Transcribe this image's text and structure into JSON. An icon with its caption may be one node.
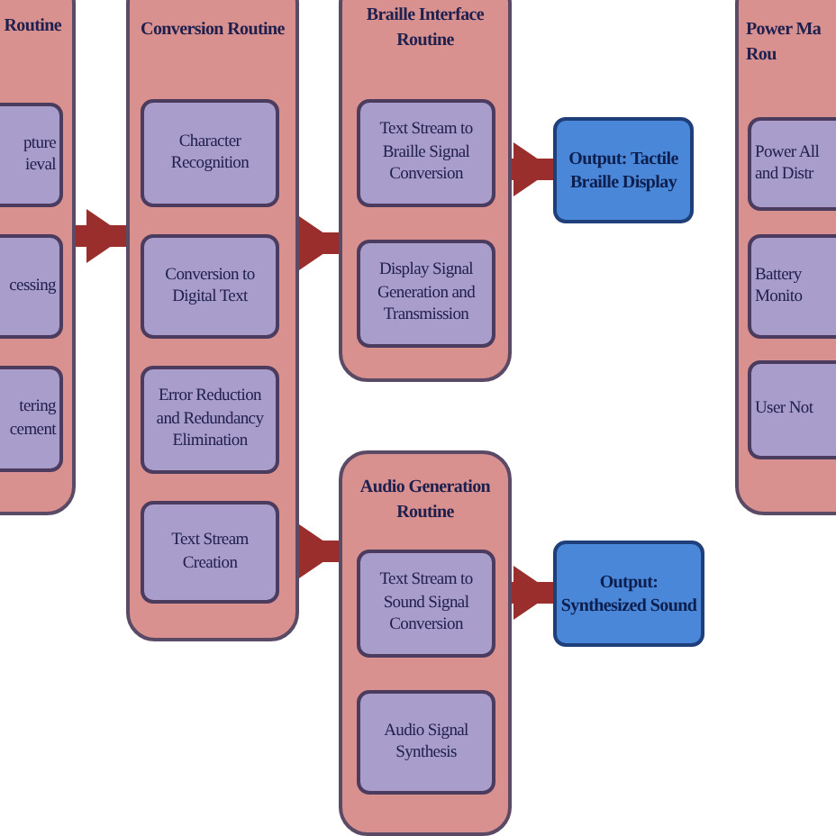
{
  "diagram": {
    "nodes": [
      {
        "text": [
          "Routine"
        ]
      },
      {
        "text": [
          "pture ieval"
        ],
        "in": 0
      },
      {
        "text": [
          "cessing"
        ],
        "in": 0
      },
      {
        "text": [
          "tering cement"
        ],
        "in": 0
      },
      {
        "text": [
          "Conversion Routine"
        ]
      },
      {
        "text": [
          "Character Recognition"
        ],
        "in": 4
      },
      {
        "text": [
          "Conversion to Digital Text"
        ],
        "in": 4
      },
      {
        "text": [
          "Error Reduction and Redundancy Elimination"
        ],
        "in": 4
      },
      {
        "text": [
          "Text Stream Creation"
        ],
        "in": 4
      },
      {
        "text": [
          "Braille Interface Routine"
        ]
      },
      {
        "text": [
          "Text Stream to Braille Signal Conversion"
        ],
        "in": 9
      },
      {
        "text": [
          "Display Signal Generation and Transmission"
        ],
        "in": 9
      },
      {
        "text": [
          "Output: Tactile Braille Display"
        ]
      },
      {
        "text": [
          "Audio Generation Routine"
        ]
      },
      {
        "text": [
          "Text Stream to Sound Signal Conversion"
        ],
        "in": 13
      },
      {
        "text": [
          "Audio Signal Synthesis"
        ],
        "in": 13
      },
      {
        "text": [
          "Output: Synthesized Sound"
        ]
      },
      {
        "text": [
          "Power Ma Rou"
        ]
      },
      {
        "text": [
          "Power All and Distr"
        ],
        "in": 17
      },
      {
        "text": [
          "Battery Monito"
        ],
        "in": 17
      },
      {
        "text": [
          "User Not"
        ],
        "in": 17
      }
    ],
    "edges": [
      {
        "from": 0,
        "to": 4,
        "arrow": "to"
      },
      {
        "from": 4,
        "to": 9,
        "arrow": "to"
      },
      {
        "from": 4,
        "to": 13,
        "arrow": "to"
      },
      {
        "from": 9,
        "to": 12,
        "arrow": "to"
      },
      {
        "from": 13,
        "to": 16,
        "arrow": "to"
      }
    ]
  }
}
